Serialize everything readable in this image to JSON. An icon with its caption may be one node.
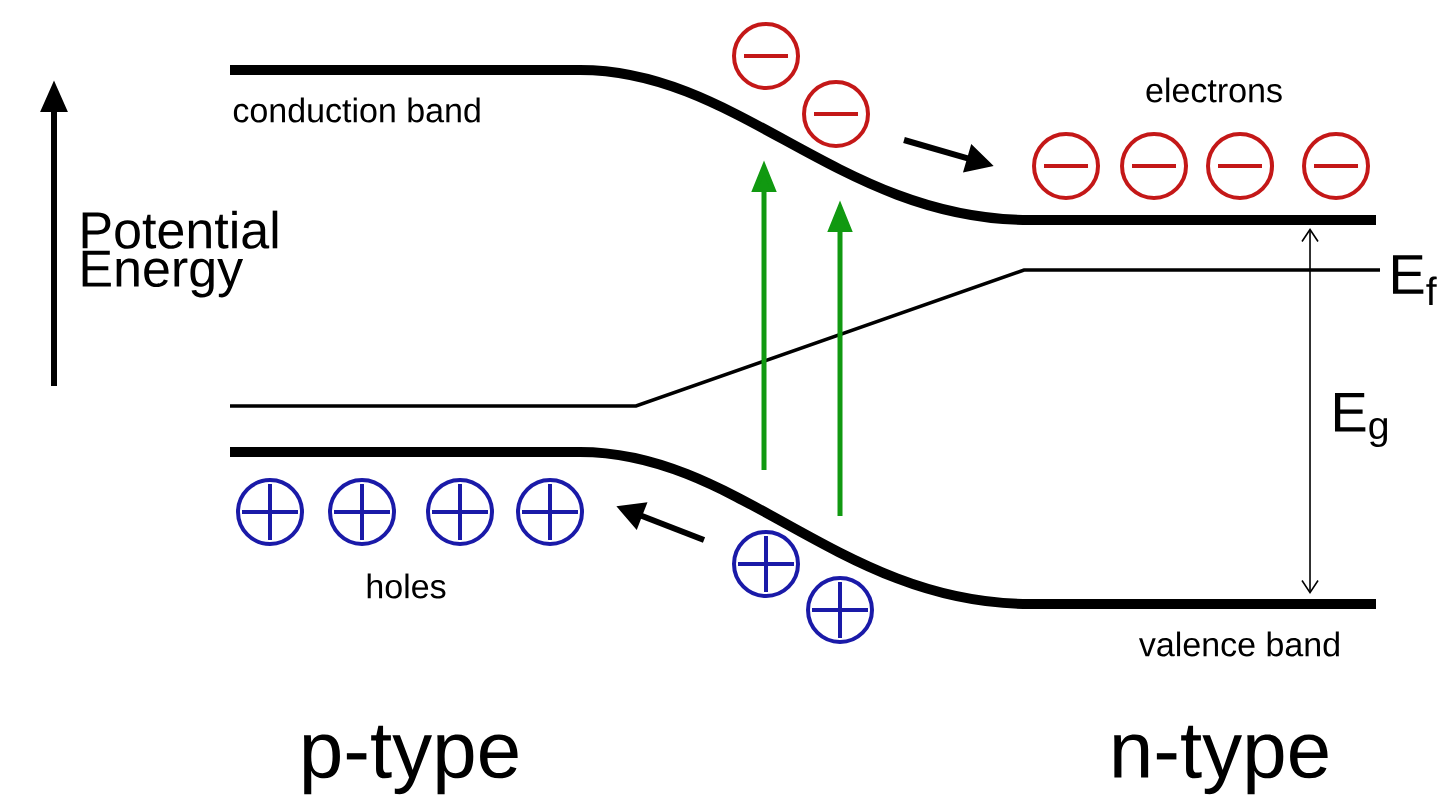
{
  "diagram": {
    "labels": [
      "conduction band",
      "Potential Energy",
      "electrons",
      "E$_{f}$",
      "E$_{g}$",
      "holes",
      "valence band",
      "p-type",
      "n-type"
    ]
  }
}
